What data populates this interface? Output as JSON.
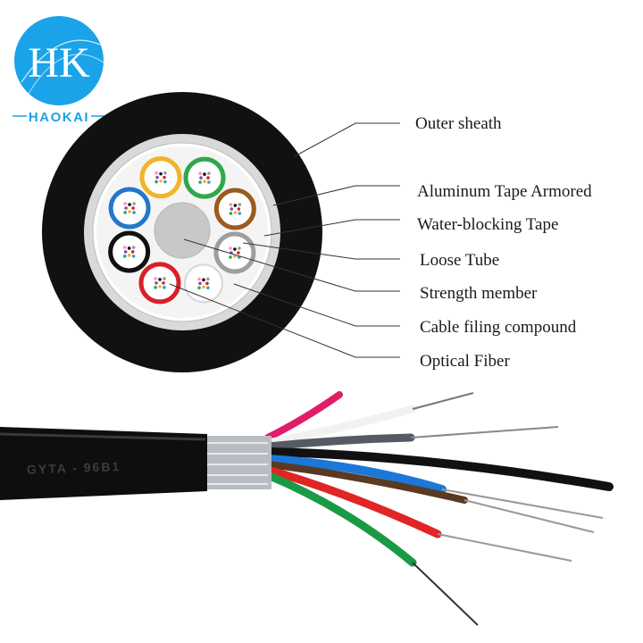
{
  "brand": {
    "monogram": "HK",
    "name": "HAOKAI",
    "color": "#1aa3e8"
  },
  "jacket_marking": "GYTA - 96B1",
  "labels": [
    "Outer sheath",
    "Aluminum Tape Armored",
    "Water-blocking Tape",
    "Loose Tube",
    "Strength member",
    "Cable filing compound",
    "Optical Fiber"
  ],
  "tube_colors": [
    "#f0b429",
    "#2ea84a",
    "#9c5a1e",
    "#9e9e9e",
    "#ffffff",
    "#d8202a",
    "#111111",
    "#2277cc"
  ],
  "fiber_colors": [
    "#d8202a",
    "#2e9ee0",
    "#f0b429",
    "#2ea84a",
    "#8a4ab0",
    "#ff8fc0",
    "#111111",
    "#999999"
  ]
}
